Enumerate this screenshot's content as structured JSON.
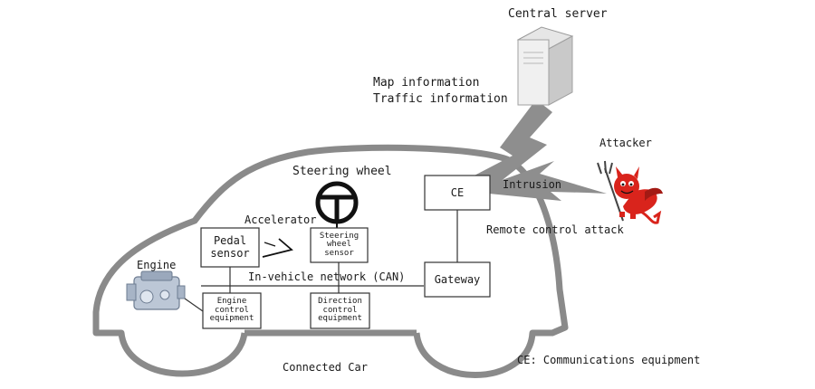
{
  "diagram": {
    "central_server": "Central server",
    "map_information": "Map information",
    "traffic_information": "Traffic information",
    "attacker": "Attacker",
    "intrusion": "Intrusion",
    "remote_control_attack": "Remote control attack",
    "steering_wheel": "Steering wheel",
    "accelerator": "Accelerator",
    "engine": "Engine",
    "in_vehicle_network": "In-vehicle network (CAN)",
    "connected_car": "Connected Car",
    "ce_legend": "CE: Communications equipment",
    "boxes": {
      "ce": "CE",
      "gateway": "Gateway",
      "pedal_sensor": [
        "Pedal",
        "sensor"
      ],
      "steering_wheel_sensor": [
        "Steering",
        "wheel",
        "sensor"
      ],
      "engine_control": [
        "Engine",
        "control",
        "equipment"
      ],
      "direction_control": [
        "Direction",
        "control",
        "equipment"
      ]
    }
  },
  "colors": {
    "car_outline": "#8a8a8a",
    "line": "#333333",
    "bolt": "#8e8e8e",
    "devil": "#d9241c"
  }
}
